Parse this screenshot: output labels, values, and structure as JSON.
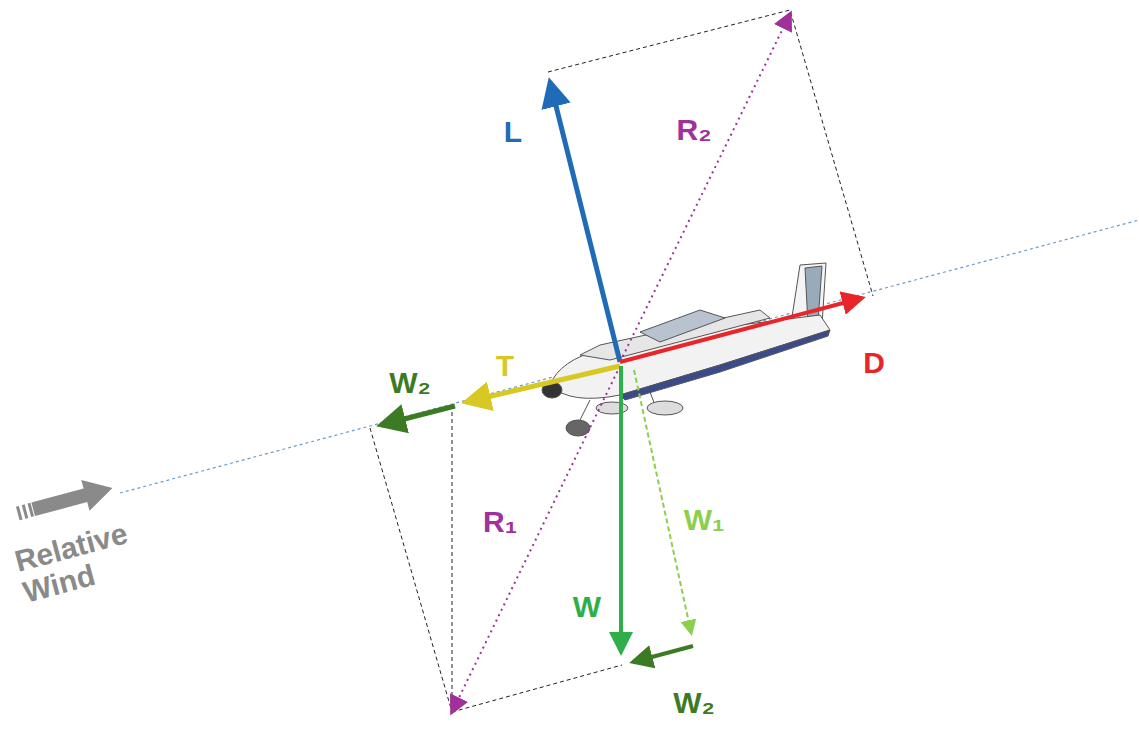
{
  "diagram": {
    "labels": [
      "L",
      "R₂",
      "W₂",
      "T",
      "D",
      "R₁",
      "W₁",
      "W",
      "W₂",
      "Relative Wind"
    ]
  }
}
